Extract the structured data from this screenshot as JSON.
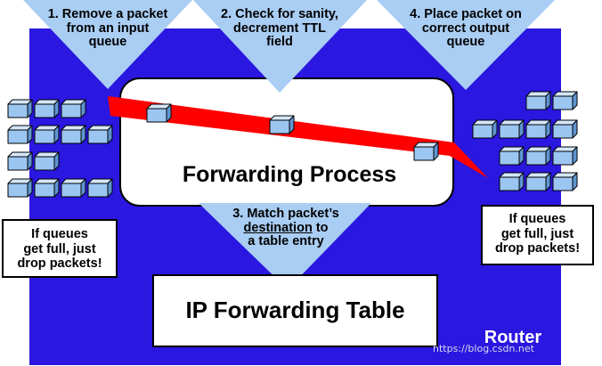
{
  "colors": {
    "router_fill": "#2a17e0",
    "triangle_fill": "#a9cdf3",
    "cube_front": "#9cc6f2",
    "cube_top": "#d4e7fb",
    "cube_side": "#5f95d2",
    "arrow_red": "#ff0000",
    "text_dark": "#000000",
    "text_white": "#ffffff"
  },
  "steps": {
    "step1": [
      "1. Remove a packet",
      "from an input",
      "queue"
    ],
    "step2": [
      "2. Check for sanity,",
      "decrement TTL",
      "field"
    ],
    "step3": [
      "3. Match packet’s",
      "destination",
      "to",
      "a table entry"
    ],
    "step4": [
      "4. Place packet on",
      "correct output",
      "queue"
    ]
  },
  "forwarding_process_label": "Forwarding Process",
  "ip_table_label": "IP Forwarding Table",
  "router_label": "Router",
  "notes": {
    "left": [
      "If queues",
      "get full, just",
      "drop packets!"
    ],
    "right": [
      "If queues",
      "get full, just",
      "drop packets!"
    ]
  },
  "watermark": "https://blog.csdn.net"
}
